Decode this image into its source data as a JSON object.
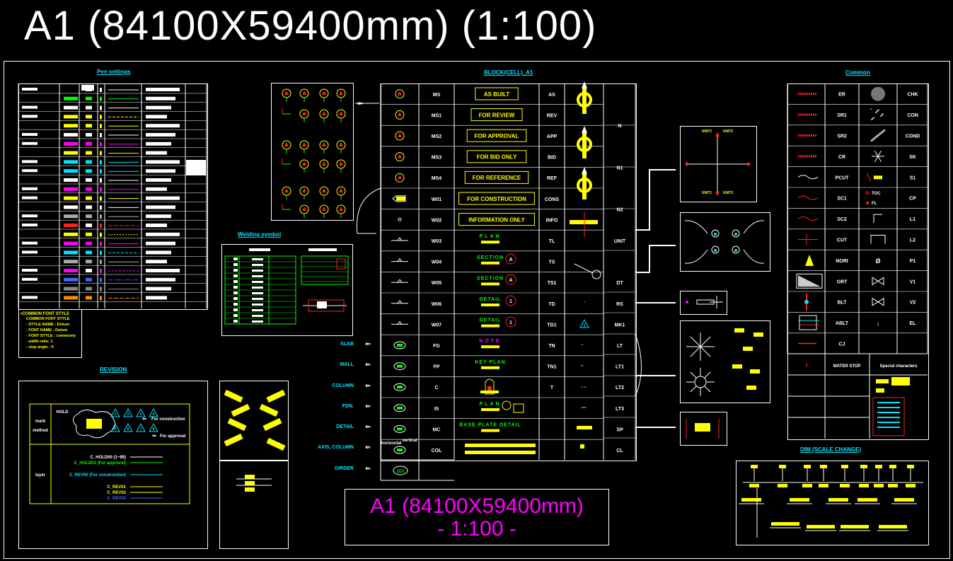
{
  "title": "A1 (84100X59400mm) (1:100)",
  "sections": {
    "pen_settings": "Pen settings",
    "welding": "Welding symbol",
    "revision": "REVISION",
    "block": "BLOCK(CELL)_A1",
    "common": "Common",
    "dim": "DIM (SCALE CHANGE)"
  },
  "font_style": {
    "heading": "•COMMON FONT STYLE",
    "lines": [
      "COMMON FONT STYLE",
      "- STYLE NAME : Dotum",
      "- FONT NAME : Dotum",
      "- FONT STYLE : commonly",
      "- width ratio: 1",
      "- slop angle : 0"
    ]
  },
  "revision": {
    "hold": "HOLD",
    "mark": "mark",
    "method": "method",
    "layer": "layer",
    "for_construction": "For construction",
    "for_approval": "For approval",
    "triangles": [
      "1",
      "2",
      "3",
      "4",
      "5",
      "6",
      "7",
      "8"
    ],
    "layer_items": [
      "C_HOLD00 (1~99)",
      "C_HOLD01 (For approval)",
      "C_REV00 (For construction)",
      "C_REV01",
      "C_REV02",
      "C_REV03"
    ],
    "layer_colors": [
      "#ffffff",
      "#00ff00",
      "#00e5ff",
      "#ffff00",
      "#ffff00",
      "#4466ff"
    ]
  },
  "block": {
    "rows": [
      {
        "code": "MS",
        "tag": "AS BUILT",
        "abbr": "AS",
        "right": ""
      },
      {
        "code": "MS1",
        "tag": "FOR REVIEW",
        "abbr": "REV",
        "right": "N"
      },
      {
        "code": "MS2",
        "tag": "FOR APPROVAL",
        "abbr": "APP",
        "right": ""
      },
      {
        "code": "MS3",
        "tag": "FOR BID ONLY",
        "abbr": "BID",
        "right": "N1"
      },
      {
        "code": "MS4",
        "tag": "FOR REFERENCE",
        "abbr": "REF",
        "right": ""
      },
      {
        "code": "W01",
        "tag": "FOR CONSTRUCTION",
        "abbr": "CONS",
        "right": "N2"
      },
      {
        "code": "W02",
        "tag": "INFORMATION ONLY",
        "abbr": "INFO",
        "right": ""
      },
      {
        "code": "W03",
        "tag": "PLAN",
        "abbr": "TL",
        "right": "UNIT"
      },
      {
        "code": "W04",
        "tag": "SECTION",
        "abbr": "TS",
        "right": ""
      },
      {
        "code": "W05",
        "tag": "SECTION",
        "abbr": "TS1",
        "right": "DT"
      },
      {
        "code": "W06",
        "tag": "DETAIL",
        "abbr": "TD",
        "right": "RS"
      },
      {
        "code": "W07",
        "tag": "DETAIL",
        "abbr": "TD1",
        "right": "MK1"
      },
      {
        "code": "FG",
        "tag": "NOTE",
        "abbr": "TN",
        "right": "LT"
      },
      {
        "code": "FP",
        "tag": "KEY PLAN",
        "abbr": "TN1",
        "right": "LT1"
      },
      {
        "code": "C",
        "tag": "",
        "abbr": "T",
        "right": "LT2"
      },
      {
        "code": "IS",
        "tag": "PLAN",
        "abbr": "",
        "right": "LT3"
      },
      {
        "code": "MC",
        "tag": "BASE PLATE DETAIL",
        "abbr": "",
        "right": "SP"
      },
      {
        "code": "COL",
        "tag": "",
        "abbr": "",
        "right": "CL"
      }
    ],
    "side_labels": [
      "SLAB",
      "WALL",
      "COLUMN",
      "FDN.",
      "DETAIL",
      "AXIS, COLUMN",
      "GIRDER"
    ],
    "horizontal": "horizontal",
    "vertical": "vertical",
    "unit_labels": [
      "UNIT1",
      "UNIT2"
    ],
    "circle_letter": "A",
    "detail_num": "1",
    "tri_num": "1"
  },
  "common": {
    "rows": [
      {
        "a": "ER",
        "b": "CHK"
      },
      {
        "a": "SR1",
        "b": "CON"
      },
      {
        "a": "SR2",
        "b": "COND"
      },
      {
        "a": "CR",
        "b": "SK"
      },
      {
        "a": "PCUT",
        "b": "S1"
      },
      {
        "a": "SC1",
        "b": "CP"
      },
      {
        "a": "SC2",
        "b": "L1"
      },
      {
        "a": "CUT",
        "b": "L2"
      },
      {
        "a": "NORI",
        "b": "P1"
      },
      {
        "a": "GRT",
        "b": "V1"
      },
      {
        "a": "BLT",
        "b": "V2"
      },
      {
        "a": "ABLT",
        "b": "EL"
      },
      {
        "a": "CJ",
        "b": ""
      }
    ],
    "toc": "TOC",
    "fl": "FL",
    "water_stop": "WATER STOP",
    "special": "Special characters"
  },
  "big_note": {
    "line1": "A1 (84100X59400mm)",
    "line2": "- 1:100 -"
  },
  "colors": {
    "yellow": "#ffff00",
    "cyan": "#00e5ff",
    "magenta": "#ff00ff",
    "red": "#ff2020",
    "green": "#00ff00"
  }
}
